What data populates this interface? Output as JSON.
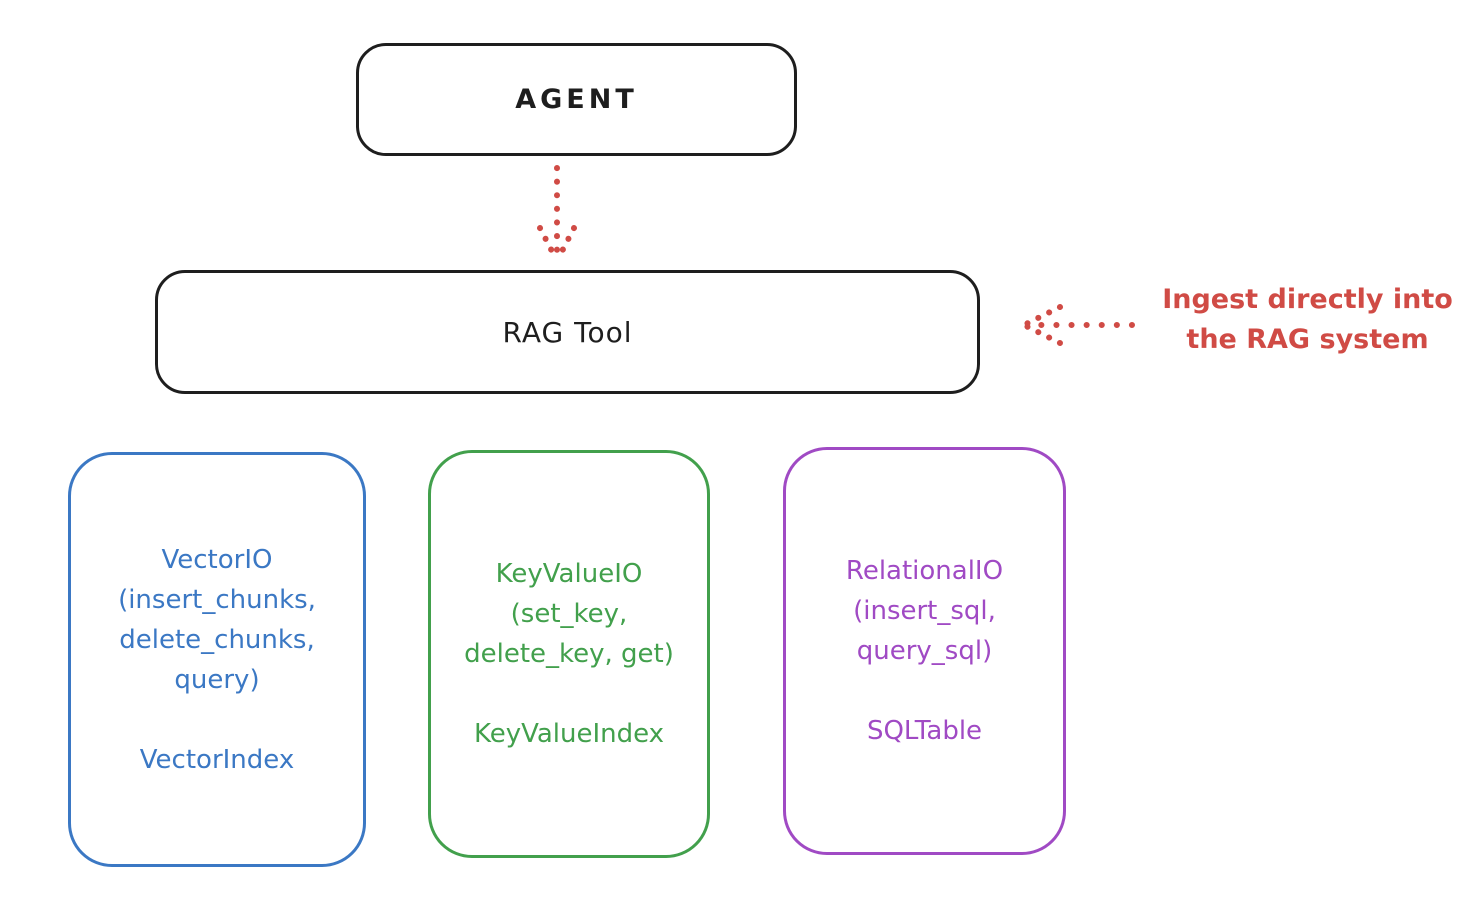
{
  "diagram": {
    "nodes": {
      "agent": {
        "label": "AGENT"
      },
      "rag_tool": {
        "label": "RAG Tool"
      },
      "vector_io": {
        "lines": [
          "VectorIO",
          "(insert_chunks,",
          "delete_chunks,",
          "query)"
        ],
        "index_label": "VectorIndex",
        "color": "#3b78c4"
      },
      "key_value_io": {
        "lines": [
          "KeyValueIO",
          "(set_key,",
          "delete_key, get)"
        ],
        "index_label": "KeyValueIndex",
        "color": "#42a04c"
      },
      "relational_io": {
        "lines": [
          "RelationalIO",
          "(insert_sql,",
          "query_sql)"
        ],
        "index_label": "SQLTable",
        "color": "#a04ac4"
      }
    },
    "annotation": {
      "lines": [
        "Ingest directly into",
        "the RAG system"
      ],
      "color": "#d04b45"
    },
    "colors": {
      "outline": "#1e1e1e",
      "arrow_red": "#d04b45",
      "background": "#ffffff"
    }
  }
}
